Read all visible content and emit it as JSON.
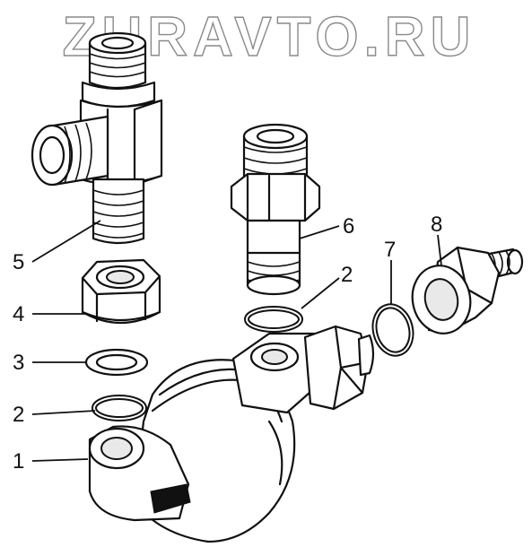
{
  "watermark": "ZURAVTO.RU",
  "callouts": [
    {
      "id": "1",
      "label": "1"
    },
    {
      "id": "2a",
      "label": "2"
    },
    {
      "id": "2b",
      "label": "2"
    },
    {
      "id": "3",
      "label": "3"
    },
    {
      "id": "4",
      "label": "4"
    },
    {
      "id": "5",
      "label": "5"
    },
    {
      "id": "6",
      "label": "6"
    },
    {
      "id": "7",
      "label": "7"
    },
    {
      "id": "8",
      "label": "8"
    }
  ],
  "colors": {
    "line": "#111111",
    "background": "#ffffff",
    "watermark_stroke": "#8a8a8a"
  }
}
